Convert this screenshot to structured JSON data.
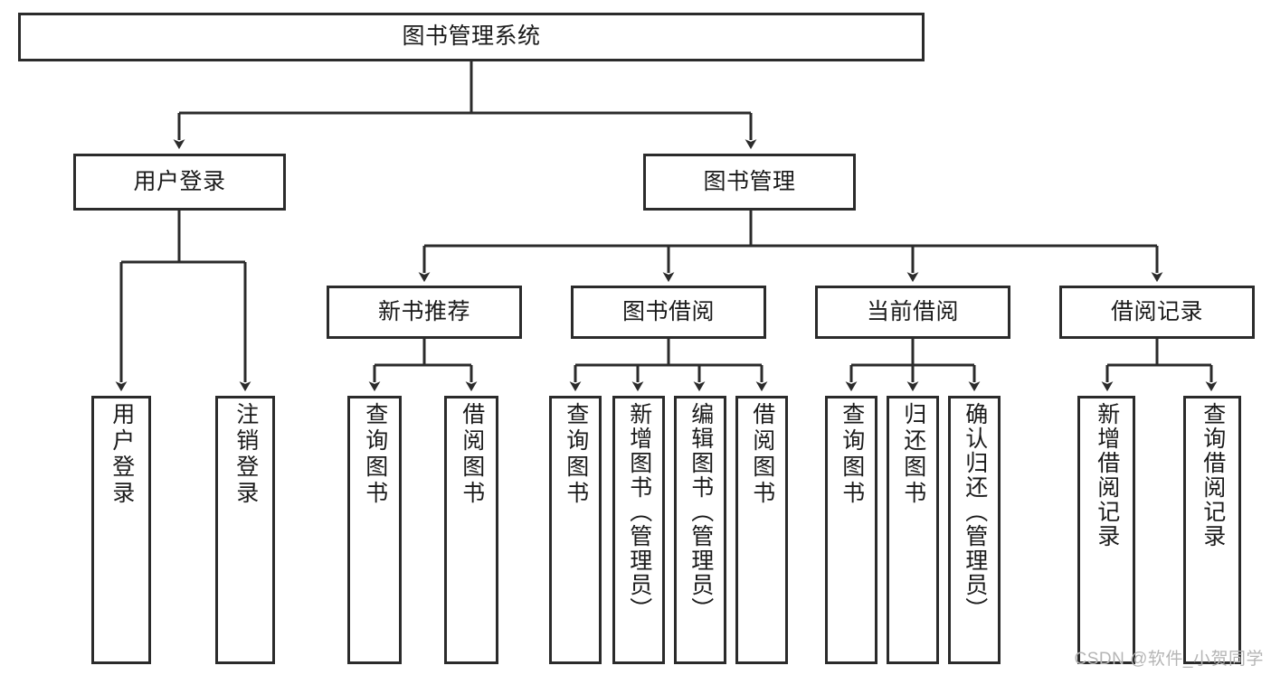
{
  "diagram": {
    "title": "图书管理系统",
    "type": "tree",
    "theme": {
      "background": "#ffffff",
      "node_fill": "#ffffff",
      "node_border": "#2b2b2b",
      "connector": "#2b2b2b",
      "text": "#1a1a1a",
      "watermark": "#b5b5b5"
    },
    "root": {
      "id": "root",
      "label": "图书管理系统",
      "orientation": "horizontal"
    },
    "level2": [
      {
        "id": "user-login",
        "label": "用户登录",
        "orientation": "horizontal"
      },
      {
        "id": "book-manage",
        "label": "图书管理",
        "orientation": "horizontal"
      }
    ],
    "level3": [
      {
        "id": "new-book-recommend",
        "label": "新书推荐",
        "orientation": "horizontal",
        "parent": "book-manage"
      },
      {
        "id": "book-borrow",
        "label": "图书借阅",
        "orientation": "horizontal",
        "parent": "book-manage"
      },
      {
        "id": "current-borrow",
        "label": "当前借阅",
        "orientation": "horizontal",
        "parent": "book-manage"
      },
      {
        "id": "borrow-record",
        "label": "借阅记录",
        "orientation": "horizontal",
        "parent": "book-manage"
      }
    ],
    "leaves": [
      {
        "id": "leaf-user-login",
        "label": "用户登录",
        "orientation": "vertical",
        "parent": "user-login"
      },
      {
        "id": "leaf-logout-login",
        "label": "注销登录",
        "orientation": "vertical",
        "parent": "user-login"
      },
      {
        "id": "leaf-query-book-1",
        "label": "查询图书",
        "orientation": "vertical",
        "parent": "new-book-recommend"
      },
      {
        "id": "leaf-borrow-book-1",
        "label": "借阅图书",
        "orientation": "vertical",
        "parent": "new-book-recommend"
      },
      {
        "id": "leaf-query-book-2",
        "label": "查询图书",
        "orientation": "vertical",
        "parent": "book-borrow"
      },
      {
        "id": "leaf-add-book-admin",
        "label": "新增图书（管理员）",
        "orientation": "vertical",
        "parent": "book-borrow"
      },
      {
        "id": "leaf-edit-book-admin",
        "label": "编辑图书（管理员）",
        "orientation": "vertical",
        "parent": "book-borrow"
      },
      {
        "id": "leaf-borrow-book-2",
        "label": "借阅图书",
        "orientation": "vertical",
        "parent": "book-borrow"
      },
      {
        "id": "leaf-query-book-3",
        "label": "查询图书",
        "orientation": "vertical",
        "parent": "current-borrow"
      },
      {
        "id": "leaf-return-book",
        "label": "归还图书",
        "orientation": "vertical",
        "parent": "current-borrow"
      },
      {
        "id": "leaf-confirm-return-admin",
        "label": "确认归还（管理员）",
        "orientation": "vertical",
        "parent": "current-borrow"
      },
      {
        "id": "leaf-add-borrow-record",
        "label": "新增借阅记录",
        "orientation": "vertical",
        "parent": "borrow-record"
      },
      {
        "id": "leaf-query-borrow-record",
        "label": "查询借阅记录",
        "orientation": "vertical",
        "parent": "borrow-record"
      }
    ]
  },
  "watermark": {
    "text": "CSDN @软件_小贺同学"
  }
}
